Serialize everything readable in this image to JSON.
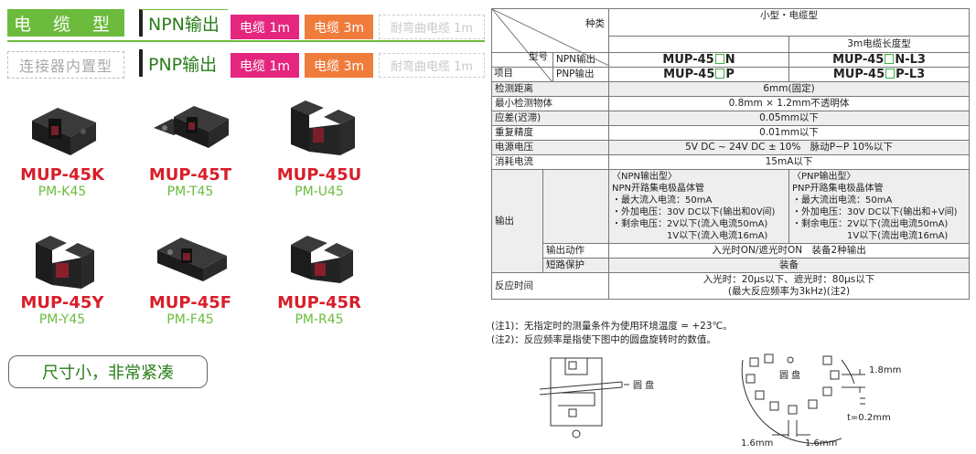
{
  "rows": {
    "row1": {
      "type_label": "电 缆 型",
      "output": "NPN输出",
      "opt1": "电缆 1m",
      "opt2": "电缆 3m",
      "opt3": "耐弯曲电缆 1m"
    },
    "row2": {
      "type_label": "连接器内置型",
      "output": "PNP输出",
      "opt1": "电缆 1m",
      "opt2": "电缆 3m",
      "opt3": "耐弯曲电缆 1m"
    }
  },
  "products": [
    {
      "model": "MUP-45K",
      "sub": "PM-K45"
    },
    {
      "model": "MUP-45T",
      "sub": "PM-T45"
    },
    {
      "model": "MUP-45U",
      "sub": "PM-U45"
    },
    {
      "model": "MUP-45Y",
      "sub": "PM-Y45"
    },
    {
      "model": "MUP-45F",
      "sub": "PM-F45"
    },
    {
      "model": "MUP-45R",
      "sub": "PM-R45"
    }
  ],
  "feature": "尺寸小，非常紧凑",
  "table": {
    "h_kind": "种类",
    "h_model": "型号",
    "h_item": "项目",
    "h_npn": "NPN输出",
    "h_pnp": "PNP输出",
    "h_group": "小型・电缆型",
    "h_cable": "3m电缆长度型",
    "m_npn_a1": "MUP-45",
    "m_npn_a2": "N",
    "m_npn_b1": "MUP-45",
    "m_npn_b2": "N-L3",
    "m_pnp_a1": "MUP-45",
    "m_pnp_a2": "P",
    "m_pnp_b1": "MUP-45",
    "m_pnp_b2": "P-L3",
    "rows": [
      {
        "label": "检测距离",
        "value": "6mm(固定)"
      },
      {
        "label": "最小检测物体",
        "value": "0.8mm × 1.2mm不透明体"
      },
      {
        "label": "应差(迟滞)",
        "value": "0.05mm以下"
      },
      {
        "label": "重复精度",
        "value": "0.01mm以下"
      },
      {
        "label": "电源电压",
        "value": "5V DC ~ 24V DC ± 10%　脉动P−P 10%以下"
      },
      {
        "label": "消耗电流",
        "value": "15mA以下"
      }
    ],
    "output_label": "输出",
    "output_npn": "〈NPN输出型〉\nNPN开路集电极晶体管\n・最大流入电流：50mA\n・外加电压：30V DC以下(输出和0V间)\n・剩余电压：2V以下(流入电流50mA)\n　　　　　　1V以下(流入电流16mA)",
    "output_pnp": "〈PNP输出型〉\nPNP开路集电极晶体管\n・最大流出电流：50mA\n・外加电压：30V DC以下(输出和+V间)\n・剩余电压：2V以下(流出电流50mA)\n　　　　　　1V以下(流出电流16mA)",
    "out_action_label": "输出动作",
    "out_action_value": "入光时ON/遮光时ON　装备2种输出",
    "short_label": "短路保护",
    "short_value": "装备",
    "resp_label": "反应时间",
    "resp_value1": "入光时：20μs以下、遮光时：80μs以下",
    "resp_value2": "(最大反应频率为3kHz)(注2)"
  },
  "notes": {
    "n1": "(注1)：无指定时的测量条件为使用环境温度 = +23℃。",
    "n2": "(注2)：反应频率是指使下图中的圆盘旋转时的数值。"
  },
  "diagram": {
    "disk_label1": "圆 盘",
    "disk_label2": "圆 盘",
    "dim1": "1.8mm",
    "dim2": "t=0.2mm",
    "dim3": "1.6mm",
    "dim4": "1.6mm"
  },
  "colors": {
    "green": "#6cbb3c",
    "pink": "#e4267f",
    "orange": "#f07c3c",
    "red": "#d81e2a"
  }
}
